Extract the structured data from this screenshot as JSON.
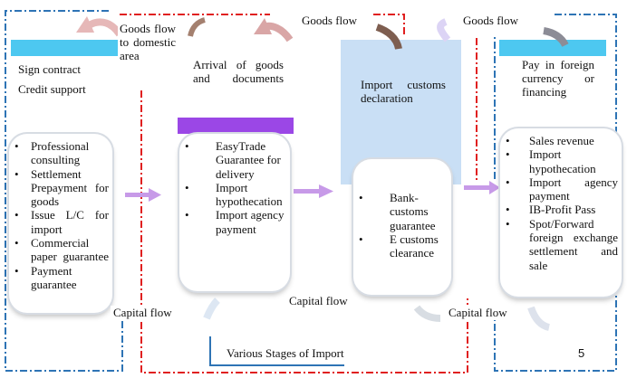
{
  "colors": {
    "blue_dash": "#2e74b5",
    "red_dash": "#e02020",
    "cyan_bar": "#4dc8f0",
    "purple_bar": "#9b47e6",
    "light_blue_fill": "#c9dff5",
    "arrow_purple": "#c79ae8"
  },
  "flows": {
    "goods_to_domestic": "Goods flow to domestic area",
    "goods_flow_mid": "Goods flow",
    "goods_flow_right": "Goods flow",
    "capital_left": "Capital flow",
    "capital_mid": "Capital flow",
    "capital_right": "Capital flow"
  },
  "stage1": {
    "header_lines": [
      "Sign contract",
      "Credit support"
    ],
    "items": [
      "Professional consulting",
      "Settlement Prepayment for goods",
      "Issue L/C for import",
      "Commercial paper guarantee",
      "Payment guarantee"
    ]
  },
  "stage2": {
    "header": "Arrival of goods and documents",
    "items": [
      "EasyTrade Guarantee for delivery",
      "Import hypothecation",
      "Import agency payment"
    ]
  },
  "stage3": {
    "header": "Import customs declaration",
    "items": [
      "Bank-customs guarantee",
      "E customs clearance"
    ]
  },
  "stage4": {
    "header": "Pay in foreign currency or financing",
    "items": [
      "Sales revenue",
      "Import hypothecation",
      "Import agency payment",
      "IB-Profit Pass",
      "Spot/Forward foreign exchange settlement and sale"
    ]
  },
  "footer": {
    "title": "Various Stages of Import",
    "page_number": "5"
  }
}
